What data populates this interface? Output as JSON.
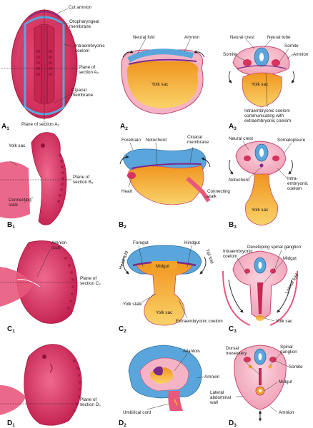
{
  "panels": {
    "A1": {
      "letter": "A",
      "sub": "1"
    },
    "A2": {
      "letter": "A",
      "sub": "2"
    },
    "A3": {
      "letter": "A",
      "sub": "3"
    },
    "B1": {
      "letter": "B",
      "sub": "1"
    },
    "B2": {
      "letter": "B",
      "sub": "2"
    },
    "B3": {
      "letter": "B",
      "sub": "3"
    },
    "C1": {
      "letter": "C",
      "sub": "1"
    },
    "C2": {
      "letter": "C",
      "sub": "2"
    },
    "C3": {
      "letter": "C",
      "sub": "3"
    },
    "D1": {
      "letter": "D",
      "sub": "1"
    },
    "D2": {
      "letter": "D",
      "sub": "2"
    },
    "D3": {
      "letter": "D",
      "sub": "3"
    }
  },
  "labels": {
    "a1_cut_amnion": "Cut amnion",
    "a1_oropharyngeal_1": "Oropharyngeal",
    "a1_oropharyngeal_2": "membrane",
    "a1_intraembryonic_1": "Intraembryonic",
    "a1_intraembryonic_2": "coelom",
    "a1_plane_a3_1": "Plane of",
    "a1_plane_a3_2": "section A₃",
    "a1_cloacal_1": "Cloacal",
    "a1_cloacal_2": "membrane",
    "a1_plane_a2": "Plane of section A₂",
    "a2_neural_fold": "Neural fold",
    "a2_amnion": "Amnion",
    "a2_yolk_sac": "Yolk sac",
    "a3_neural_crest": "Neural crest",
    "a3_neural_tube": "Neural tube",
    "a3_somite_left": "Somite",
    "a3_somite_right": "Somite",
    "a3_amnion": "Amnion",
    "a3_yolk_sac": "Yolk sac",
    "a3_coelom_1": "Intraembryonic coelom",
    "a3_coelom_2": "communicating with",
    "a3_coelom_3": "extraembryonic coelom",
    "b1_yolk_sac": "Yolk sac",
    "b1_plane_1": "Plane of",
    "b1_plane_2": "section B₃",
    "b1_stalk_1": "Connecting",
    "b1_stalk_2": "stalk",
    "b2_forebrain": "Forebrain",
    "b2_notochord": "Notochord",
    "b2_cloacal_1": "Cloacal",
    "b2_cloacal_2": "membrane",
    "b2_heart": "Heart",
    "b2_stalk_1": "Connecting",
    "b2_stalk_2": "stalk",
    "b3_neural_crest": "Neural crest",
    "b3_somatopleure": "Somatopleure",
    "b3_notochord": "Notochord",
    "b3_intra_1": "Intra-",
    "b3_intra_2": "embryonic",
    "b3_intra_3": "coelom",
    "b3_yolk_sac": "Yolk sac",
    "c1_amnion_1": "Amnion",
    "c1_amnion_2": "(cut)",
    "c1_plane_1": "Plane of",
    "c1_plane_2": "section C₃",
    "c2_foregut": "Foregut",
    "c2_hindgut": "Hindgut",
    "c2_head_fold": "Head fold",
    "c2_tail_fold": "Tail fold",
    "c2_midgut": "Midgut",
    "c2_yolk_stalk": "Yolk stalk",
    "c2_yolk_sac": "Yolk sac",
    "c2_extra_coelom": "Extraembryonic coelom",
    "c3_spinal_ganglion": "Developing spinal ganglion",
    "c3_intra_1": "Intraembryonic",
    "c3_intra_2": "coelom",
    "c3_midgut": "Midgut",
    "c3_lateral_fold": "Lateral fold",
    "c3_yolk_sac": "Yolk sac",
    "d1_plane_1": "Plane of",
    "d1_plane_2": "section D₃",
    "d2_allantois": "Allantois",
    "d2_amnion": "Amnion",
    "d2_umbilical": "Umbilical cord",
    "d3_dorsal_1": "Dorsal",
    "d3_dorsal_2": "mesentery",
    "d3_spinal_1": "Spinal",
    "d3_spinal_2": "ganglion",
    "d3_somite": "Somite",
    "d3_midgut": "Midgut",
    "d3_lateral_1": "Lateral",
    "d3_lateral_2": "abdominal",
    "d3_lateral_3": "wall",
    "d3_amnion": "Amnion"
  },
  "colors": {
    "ectoderm": "#5aa6dc",
    "embryo_pink": "#e2426d",
    "mesoderm_pink": "#f0a0b5",
    "yolk": "#f2a32a",
    "yolk_light": "#f8cf60",
    "endoderm": "#7a2a8a"
  }
}
